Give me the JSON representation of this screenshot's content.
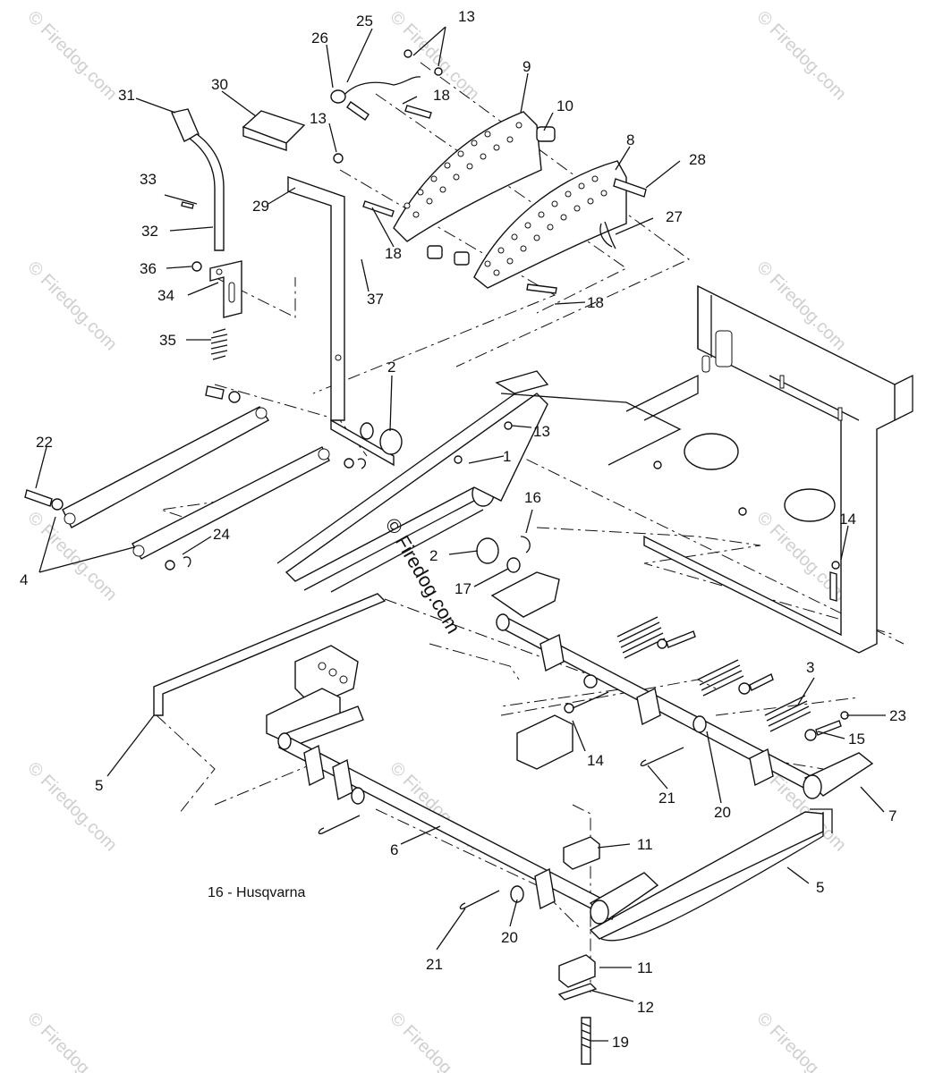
{
  "caption": "16 - Husqvarna",
  "watermark": {
    "small": "© Firedog.com",
    "center": "© Firedog.com"
  },
  "callouts": {
    "c1": "1",
    "c2a": "2",
    "c2b": "2",
    "c3": "3",
    "c4": "4",
    "c5a": "5",
    "c5b": "5",
    "c6": "6",
    "c7": "7",
    "c8": "8",
    "c9": "9",
    "c10": "10",
    "c11a": "11",
    "c11b": "11",
    "c12": "12",
    "c13a": "13",
    "c13b": "13",
    "c13c": "13",
    "c14a": "14",
    "c14b": "14",
    "c15": "15",
    "c16": "16",
    "c17": "17",
    "c18a": "18",
    "c18b": "18",
    "c18c": "18",
    "c19": "19",
    "c20a": "20",
    "c20b": "20",
    "c21a": "21",
    "c21b": "21",
    "c22": "22",
    "c23": "23",
    "c24": "24",
    "c25": "25",
    "c26": "26",
    "c27": "27",
    "c28": "28",
    "c29": "29",
    "c30": "30",
    "c31": "31",
    "c32": "32",
    "c33": "33",
    "c34": "34",
    "c35": "35",
    "c36": "36",
    "c37": "37"
  }
}
